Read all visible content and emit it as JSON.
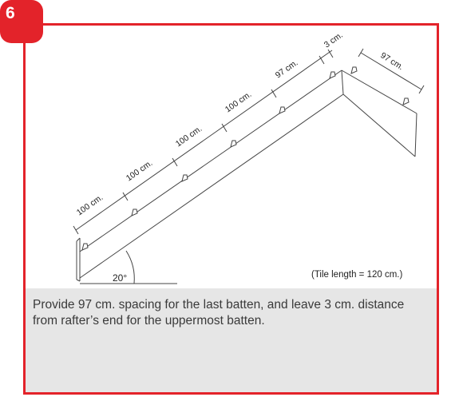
{
  "step": {
    "number": "6",
    "color": "#e3232a"
  },
  "diagram": {
    "dimensions": [
      "100 cm.",
      "100 cm.",
      "100 cm.",
      "100 cm.",
      "97 cm.",
      "3 cm."
    ],
    "fascia_dimension": "97 cm.",
    "angle_label": "20°",
    "note": "(Tile length = 120 cm.)"
  },
  "caption": "Provide 97 cm. spacing for the last batten, and leave 3 cm. distance from rafter’s end for the uppermost batten."
}
